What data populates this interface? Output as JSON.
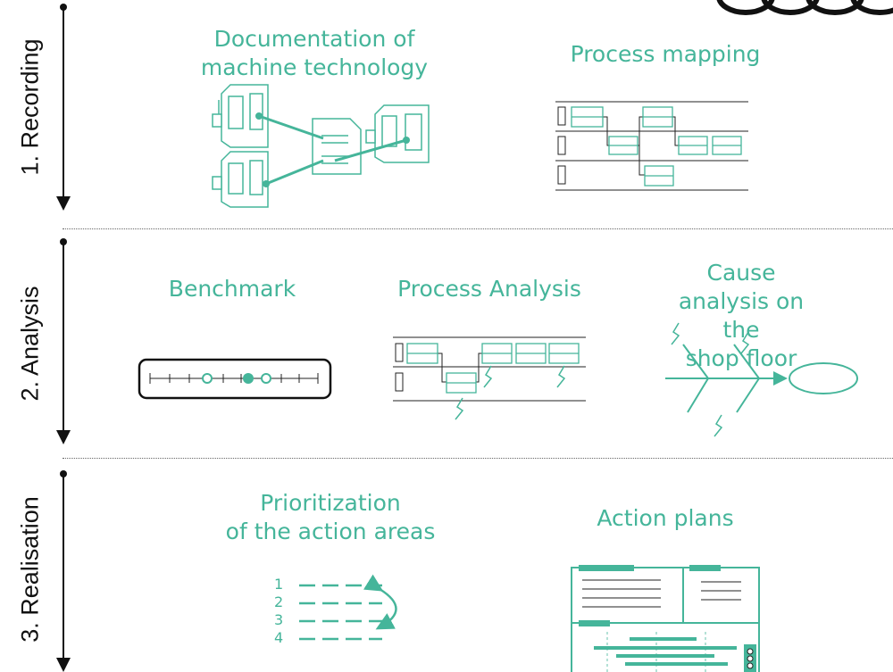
{
  "stages": [
    {
      "label": "1. Recording"
    },
    {
      "label": "2. Analysis"
    },
    {
      "label": "3. Realisation"
    }
  ],
  "titles": {
    "documentation": "Documentation of\nmachine technology",
    "process_mapping": "Process mapping",
    "benchmark": "Benchmark",
    "process_analysis": "Process Analysis",
    "cause_analysis": "Cause analysis on the\nshop floor",
    "prioritization": "Prioritization\nof the action areas",
    "action_plans": "Action plans"
  },
  "priority_numbers": [
    "1",
    "2",
    "3",
    "4"
  ],
  "colors": {
    "accent": "#45b59a",
    "line": "#222222"
  }
}
